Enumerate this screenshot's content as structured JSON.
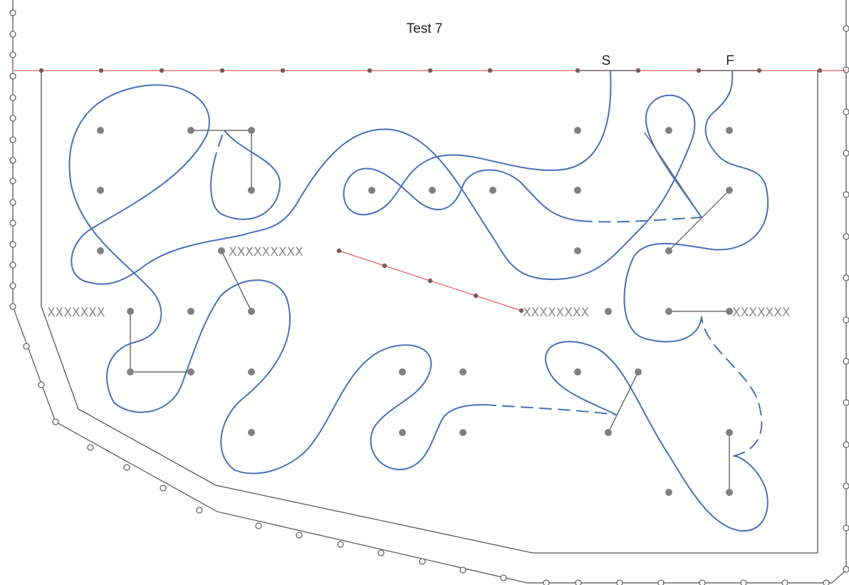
{
  "title": "Test 7",
  "labels": {
    "start": "S",
    "finish": "F"
  },
  "colors": {
    "outer_border": "#666666",
    "inner_border": "#555555",
    "red_line": "#e06060",
    "dot": "#808080",
    "tether": "#6e6e6e",
    "blue_path": "#4a6fb8",
    "x_mark": "#8a8a8a",
    "background": "#ffffff"
  },
  "icons": {
    "dot": "filled-circle",
    "post": "hollow-circle",
    "x_mark": "cross"
  },
  "x_marks": {
    "left": "XXXXXXX",
    "center_left": "XXXXXXXXX",
    "center_right": "XXXXXXXX",
    "right": "XXXXXXX"
  }
}
